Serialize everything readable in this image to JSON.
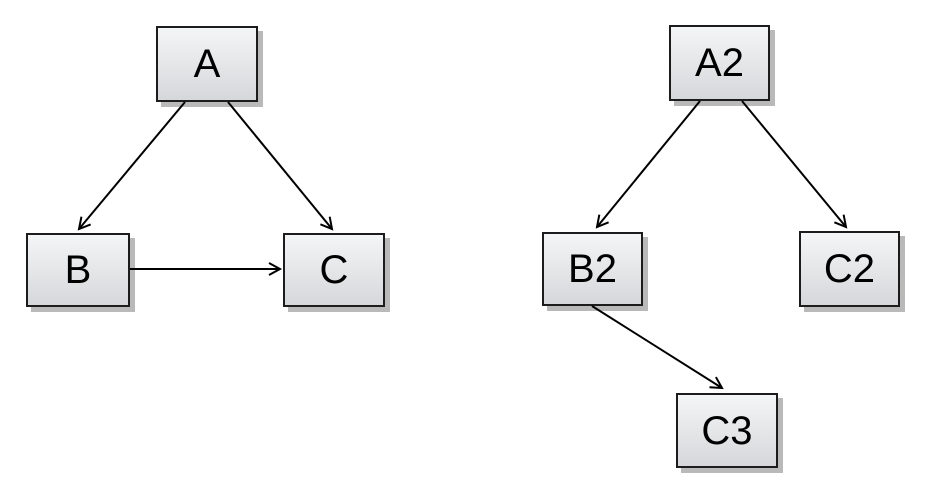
{
  "diagrams": [
    {
      "name": "left-graph",
      "nodes": [
        {
          "id": "A",
          "label": "A"
        },
        {
          "id": "B",
          "label": "B"
        },
        {
          "id": "C",
          "label": "C"
        }
      ],
      "edges": [
        {
          "from": "A",
          "to": "B"
        },
        {
          "from": "A",
          "to": "C"
        },
        {
          "from": "B",
          "to": "C"
        }
      ]
    },
    {
      "name": "right-graph",
      "nodes": [
        {
          "id": "A2",
          "label": "A2"
        },
        {
          "id": "B2",
          "label": "B2"
        },
        {
          "id": "C2",
          "label": "C2"
        },
        {
          "id": "C3",
          "label": "C3"
        }
      ],
      "edges": [
        {
          "from": "A2",
          "to": "B2"
        },
        {
          "from": "A2",
          "to": "C2"
        },
        {
          "from": "B2",
          "to": "C3"
        }
      ]
    }
  ],
  "colors": {
    "background": "#ffffff",
    "node_fill_top": "#f4f5f6",
    "node_fill_bottom": "#d5d7da",
    "node_border": "#1c1c1c",
    "node_shadow": "#b9b9b9",
    "edge": "#000000",
    "label": "#000000"
  }
}
